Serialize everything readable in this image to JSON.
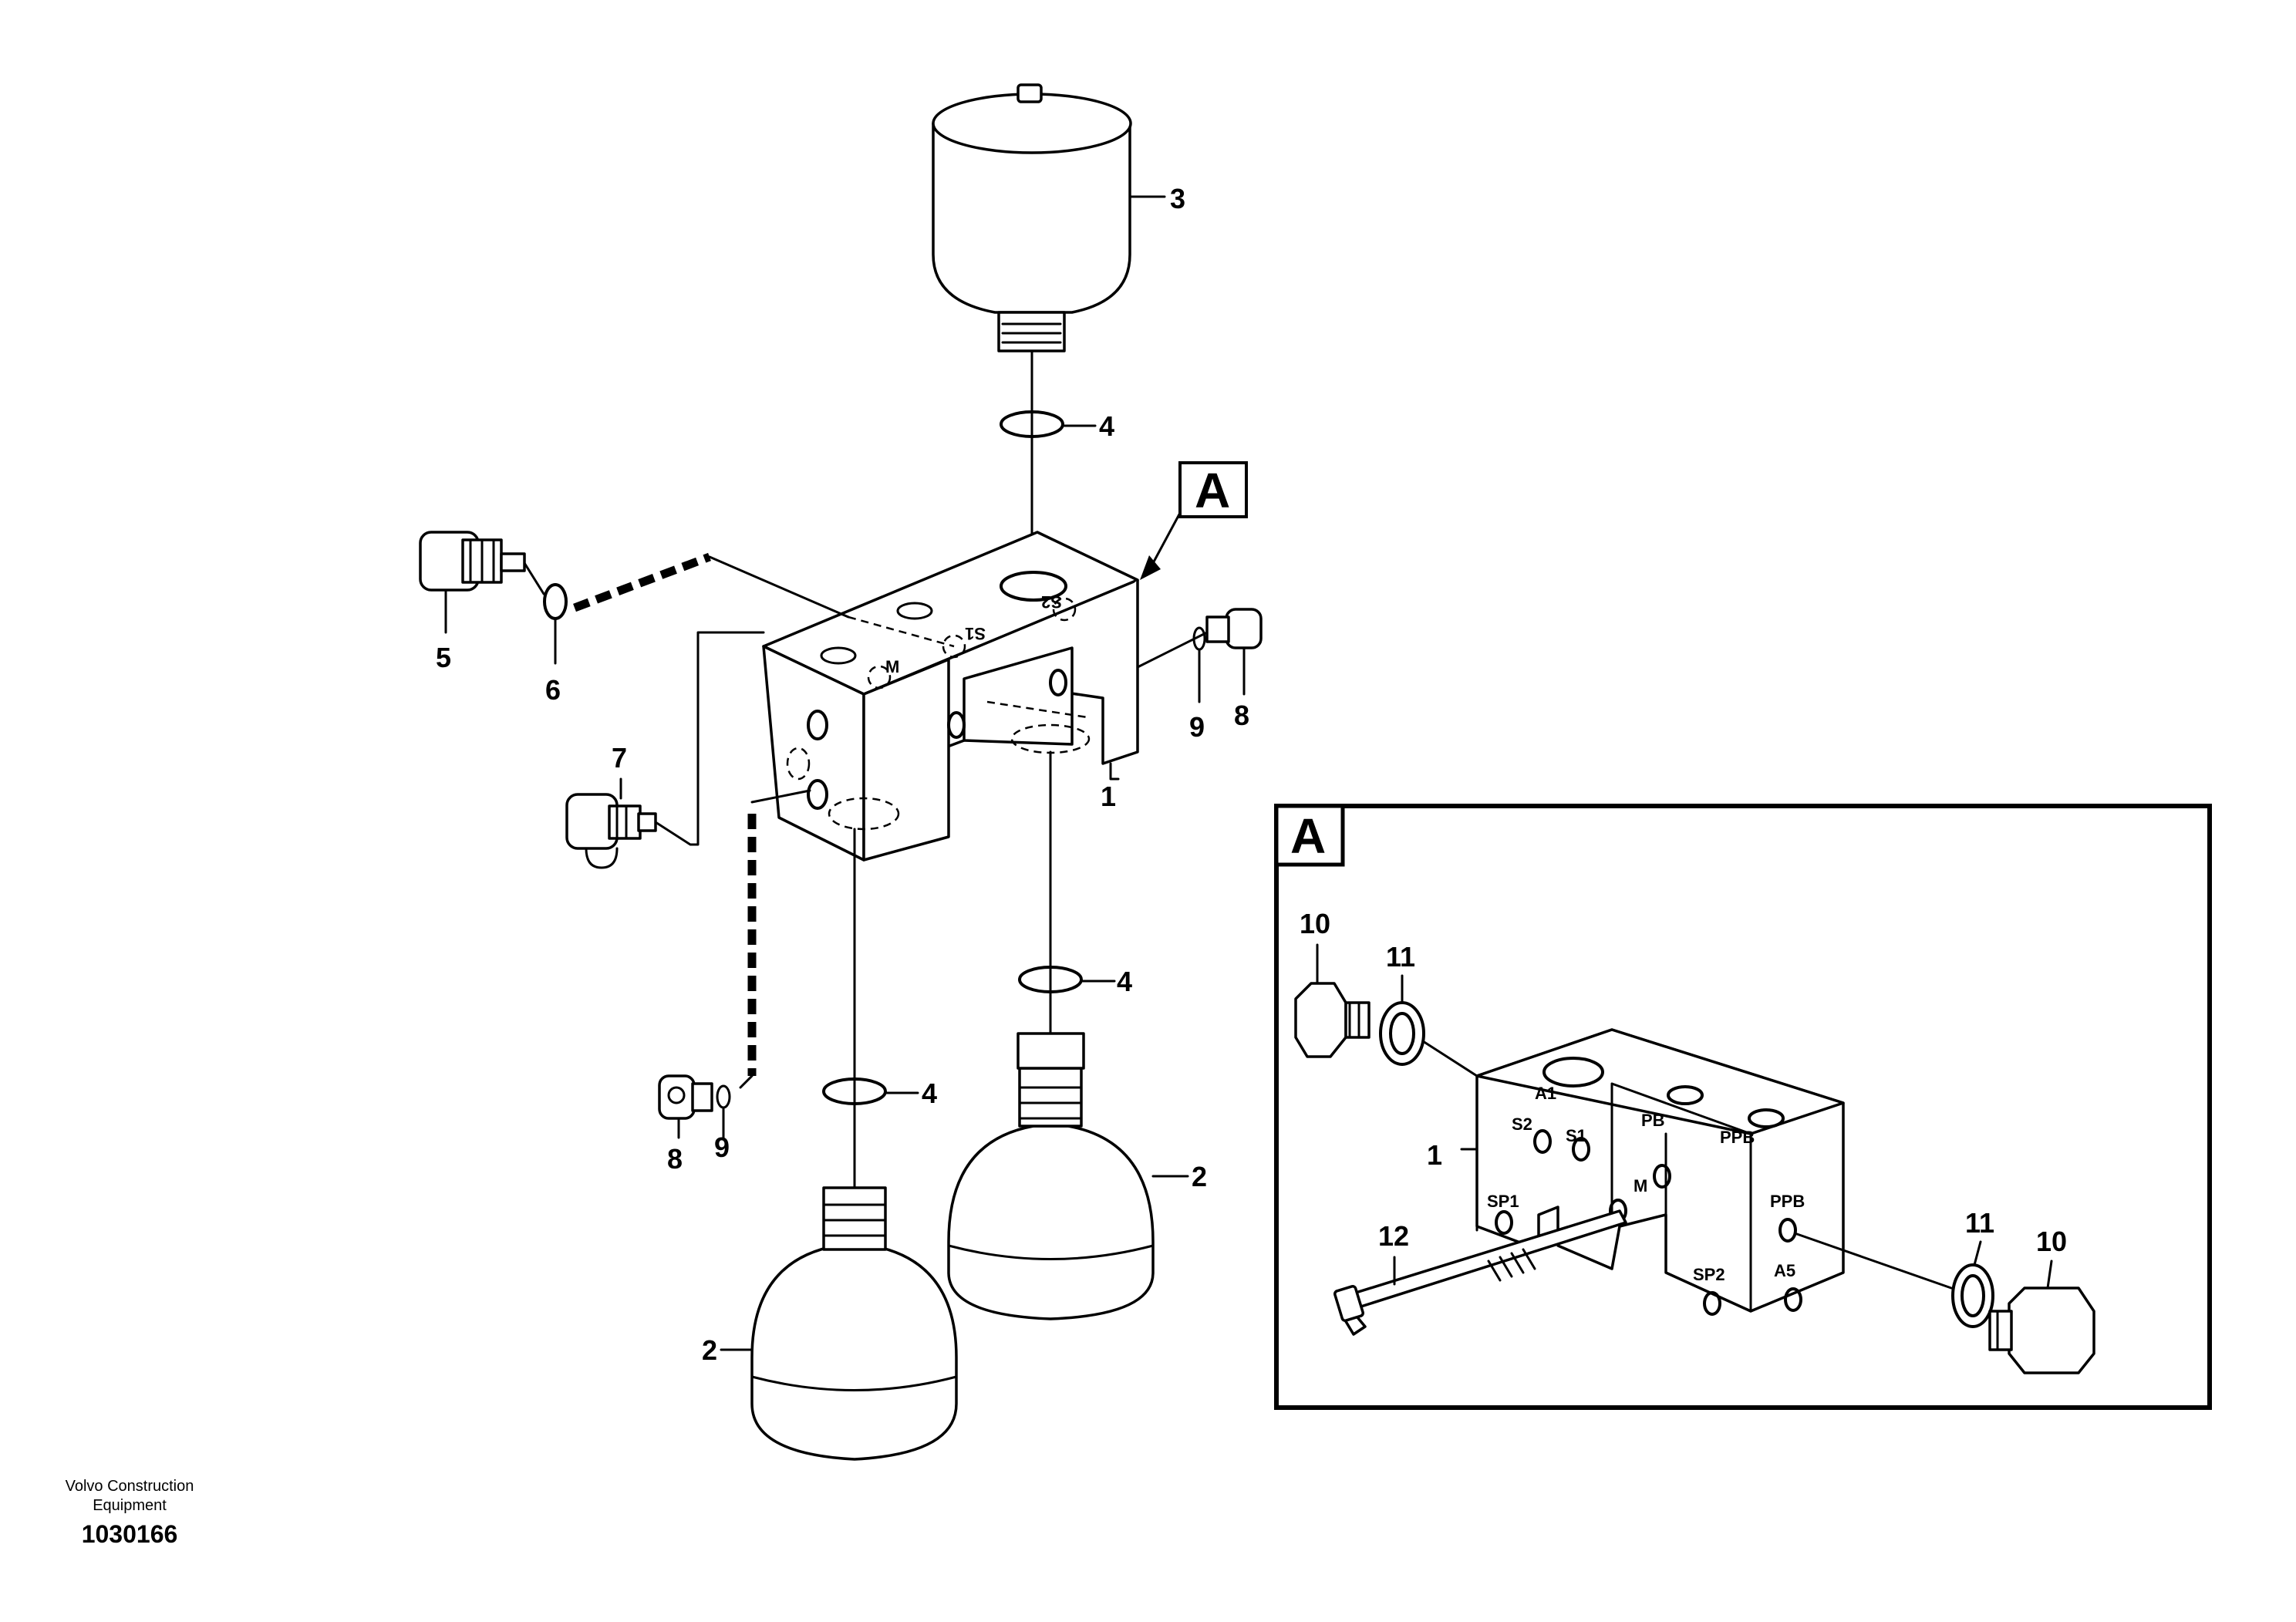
{
  "callouts": {
    "c1": "1",
    "c2": "2",
    "c3": "3",
    "c4": "4",
    "c5": "5",
    "c6": "6",
    "c7": "7",
    "c8": "8",
    "c9": "9",
    "c10": "10",
    "c11": "11",
    "c12": "12"
  },
  "detail_marker": "A",
  "ports": {
    "m": "M",
    "s1": "S1",
    "s2": "S2",
    "a1": "A1",
    "pb": "PB",
    "ppb": "PPB",
    "sp1": "SP1",
    "sp2": "SP2",
    "a5": "A5"
  },
  "footer": {
    "brand_line1": "Volvo Construction",
    "brand_line2": "Equipment",
    "drawing_number": "1030166"
  }
}
